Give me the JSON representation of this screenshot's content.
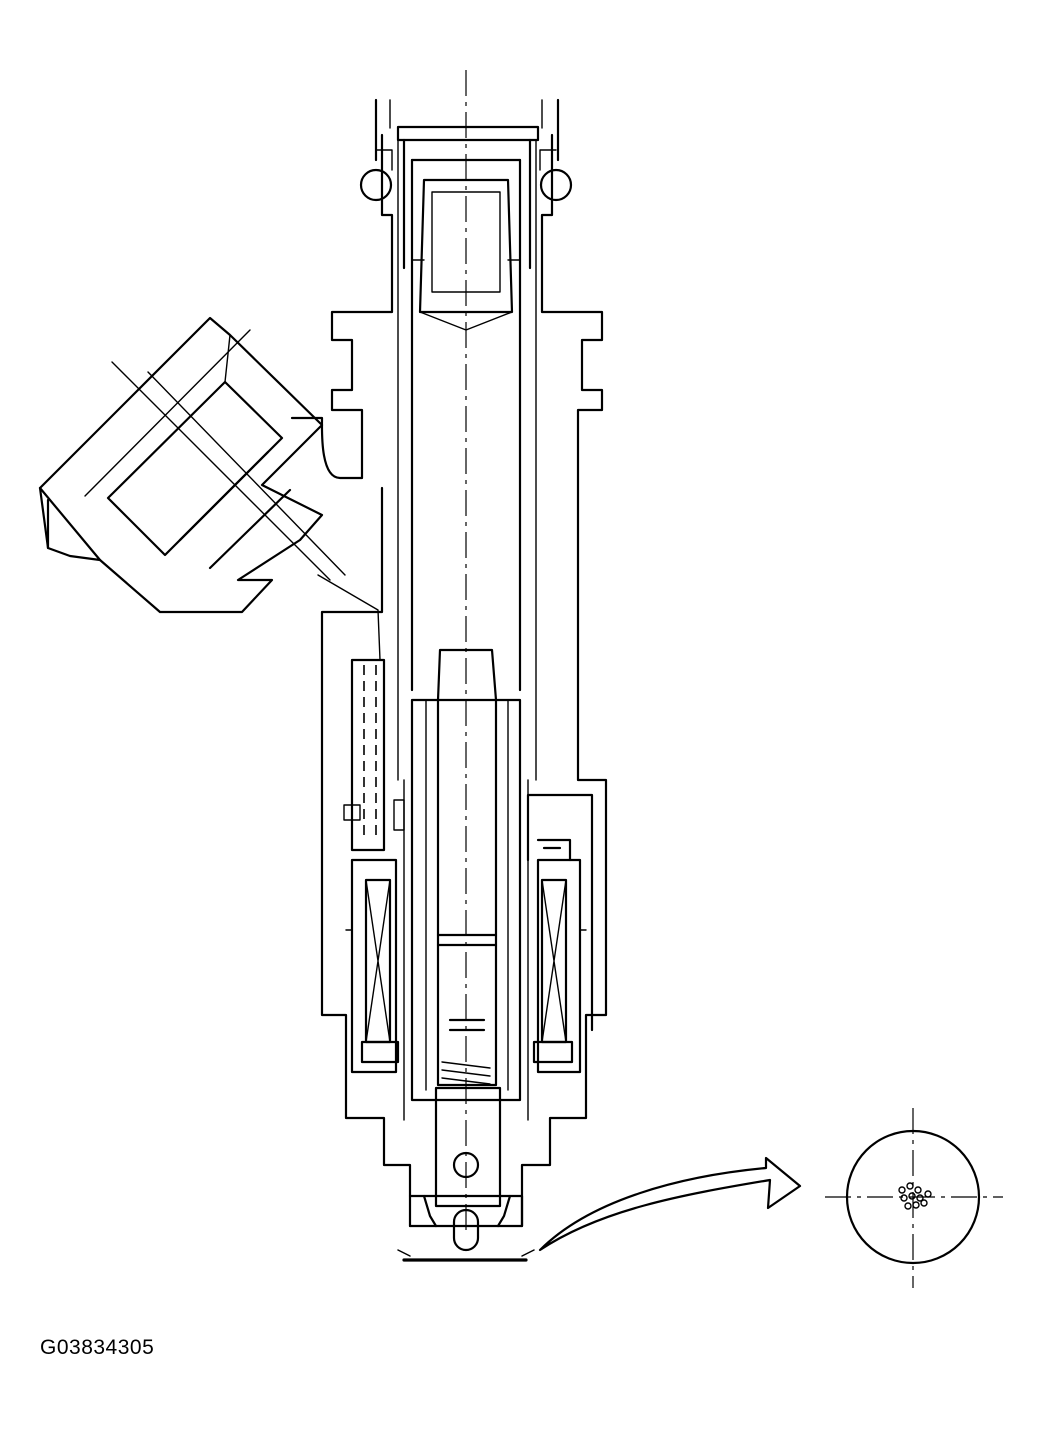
{
  "diagram": {
    "code_label": "G03834305",
    "colors": {
      "line": "#000000",
      "background": "#ffffff"
    },
    "components": [
      "fuel-injector-cross-section",
      "electrical-connector",
      "solenoid-coil",
      "armature-plunger",
      "o-ring-seal",
      "spray-nozzle",
      "spray-pattern-arrow",
      "nozzle-orifice-detail"
    ]
  }
}
